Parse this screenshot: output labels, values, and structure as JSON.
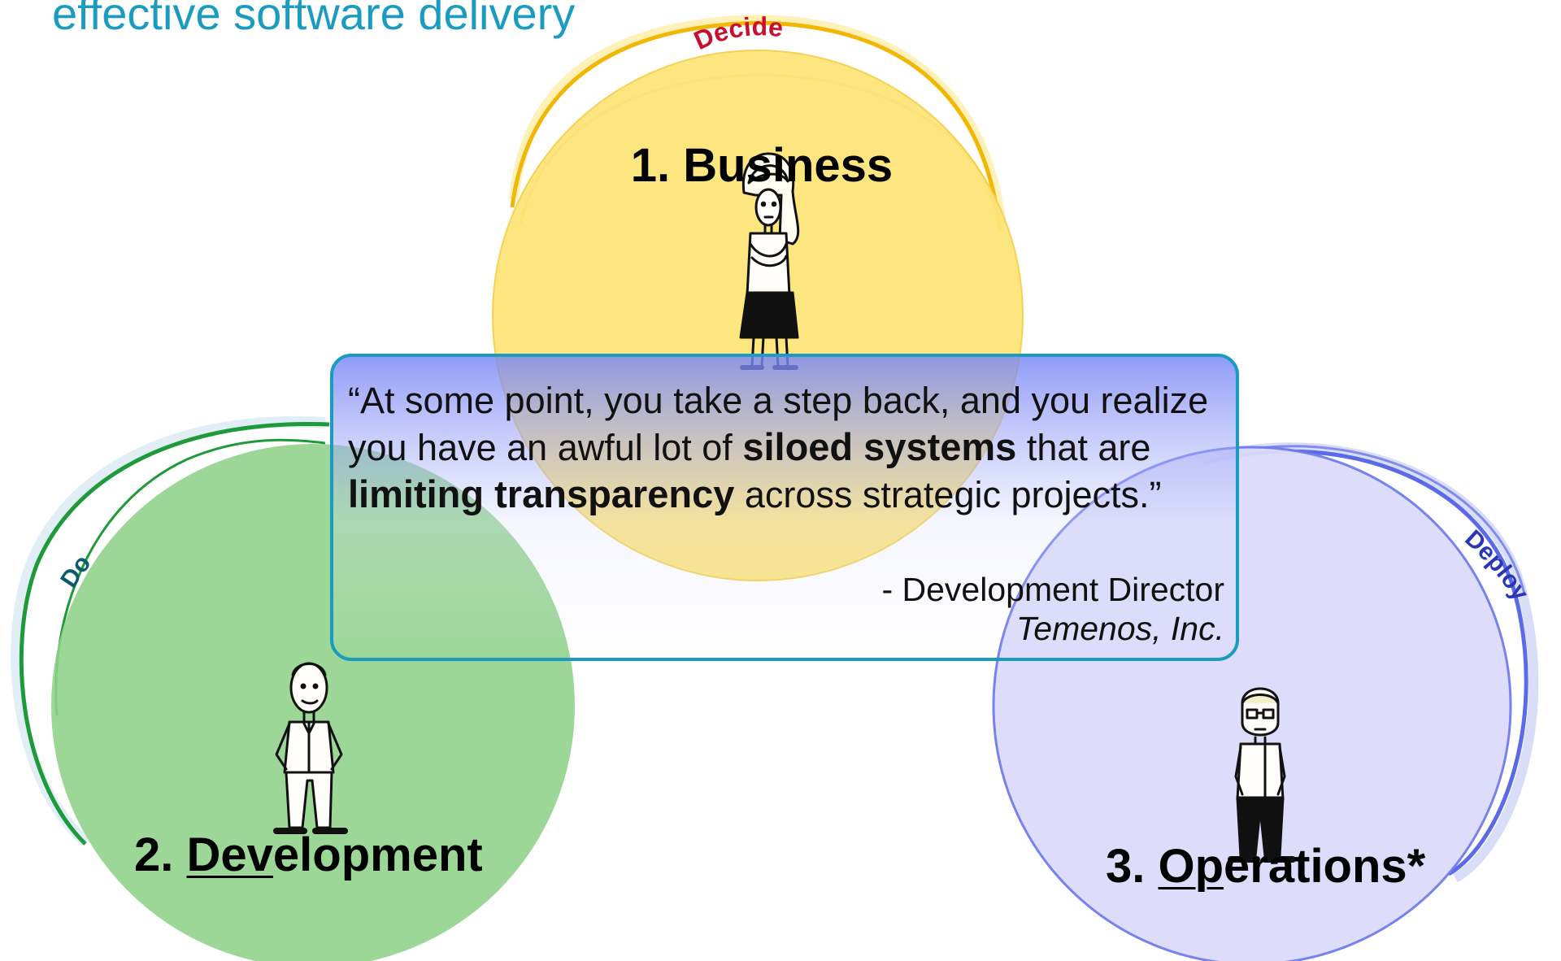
{
  "page": {
    "title": "effective software delivery"
  },
  "circles": {
    "business": {
      "number": "1.",
      "name": "Business",
      "arc_label": "Decide",
      "colors": {
        "fill": "#fde47a",
        "arc": "#f2b705",
        "label": "#c8102e"
      }
    },
    "development": {
      "number": "2.",
      "name_underlined": "Dev",
      "name_rest": "elopment",
      "arc_label": "Do",
      "colors": {
        "fill": "#8fd18a",
        "arc": "#1e9a3a",
        "label": "#0d5a6b"
      }
    },
    "operations": {
      "number": "3.",
      "name_underlined": "Op",
      "name_rest": "erations*",
      "arc_label": "Deploy",
      "colors": {
        "fill": "#dcdcfb",
        "arc": "#5a6ae8",
        "label": "#2a36b8"
      }
    }
  },
  "quote": {
    "open": "“At some point, you take a step back, and you realize you have an awful lot of ",
    "bold1": "siloed systems",
    "mid": " that are ",
    "bold2": "limiting transparency",
    "end": " across strategic projects.”",
    "author_line": "- Development Director",
    "company": "Temenos, Inc."
  },
  "colors": {
    "title": "#1a9bbf",
    "quote_border": "#1a9bbf",
    "quote_fill": "#8794f5"
  },
  "icons": [
    "woman-character-icon",
    "man-character-icon",
    "glasses-man-character-icon"
  ]
}
